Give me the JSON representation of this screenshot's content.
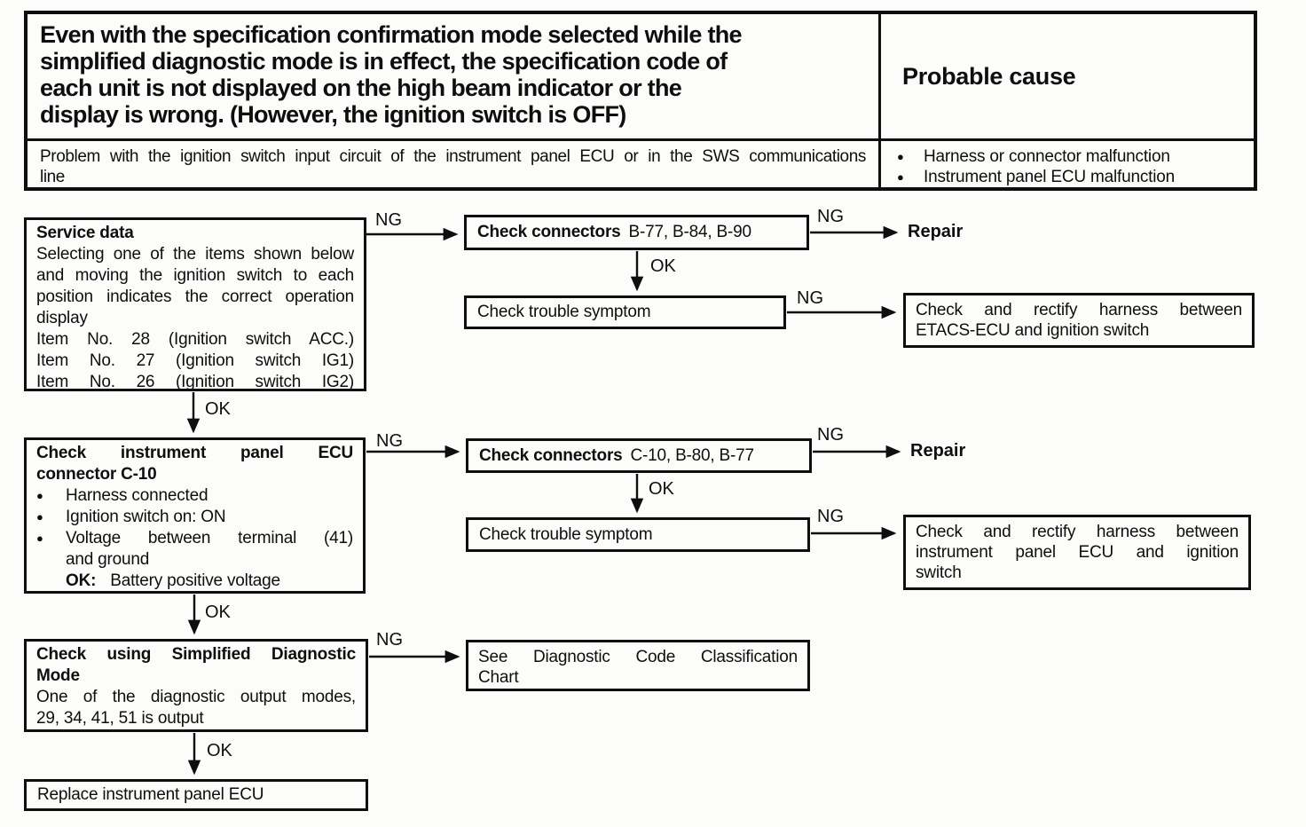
{
  "page": {
    "paper_color": "#fcfcfa",
    "ink_color": "#0e0e0e"
  },
  "header": {
    "problem_lines": [
      "Even with the specification confirmation mode selected while the",
      "simplified diagnostic mode is in effect, the specification code of",
      "each unit is not displayed on the high beam indicator or the",
      "display is wrong. (However, the ignition switch is OFF)"
    ],
    "probable_cause": "Probable cause",
    "detail_lines": [
      "Problem with the ignition switch input circuit of the instrument panel ECU or in the SWS communications",
      "line"
    ],
    "causes": [
      "Harness or connector malfunction",
      "Instrument panel ECU malfunction"
    ]
  },
  "labels": {
    "ng": "NG",
    "ok": "OK",
    "repair": "Repair",
    "bullet": "●"
  },
  "flow": {
    "service_data": {
      "title": "Service data",
      "body_lines": [
        "Selecting one of the items shown below",
        "and moving the ignition switch to each",
        "position indicates the correct operation",
        "display"
      ],
      "items": [
        "Item No. 28 (Ignition switch ACC.)",
        "Item No. 27 (Ignition switch IG1)",
        "Item No. 26 (Ignition switch IG2)"
      ]
    },
    "check_connectors_1": {
      "bold": "Check connectors",
      "rest": "B-77, B-84, B-90"
    },
    "check_trouble_1": "Check trouble symptom",
    "rectify_1_lines": [
      "Check and rectify harness between",
      "ETACS-ECU and ignition switch"
    ],
    "check_ecu": {
      "title_lines": [
        "Check instrument panel ECU",
        "connector C-10"
      ],
      "bullets": [
        "Harness connected",
        "Ignition switch on: ON"
      ],
      "bullet3_lines": [
        "Voltage between terminal (41)",
        "and ground"
      ],
      "ok_key": "OK:",
      "ok_value": "Battery positive voltage"
    },
    "check_connectors_2": {
      "bold": "Check connectors",
      "rest": "C-10, B-80, B-77"
    },
    "check_trouble_2": "Check trouble symptom",
    "rectify_2_lines": [
      "Check and rectify harness between",
      "instrument panel ECU and ignition",
      "switch"
    ],
    "simplified": {
      "title_lines": [
        "Check using Simplified Diagnostic",
        "Mode"
      ],
      "body_lines": [
        "One of the diagnostic output modes,",
        "29, 34, 41, 51 is output"
      ]
    },
    "see_chart_lines": [
      "See Diagnostic Code Classification",
      "Chart"
    ],
    "replace": "Replace instrument panel ECU"
  }
}
